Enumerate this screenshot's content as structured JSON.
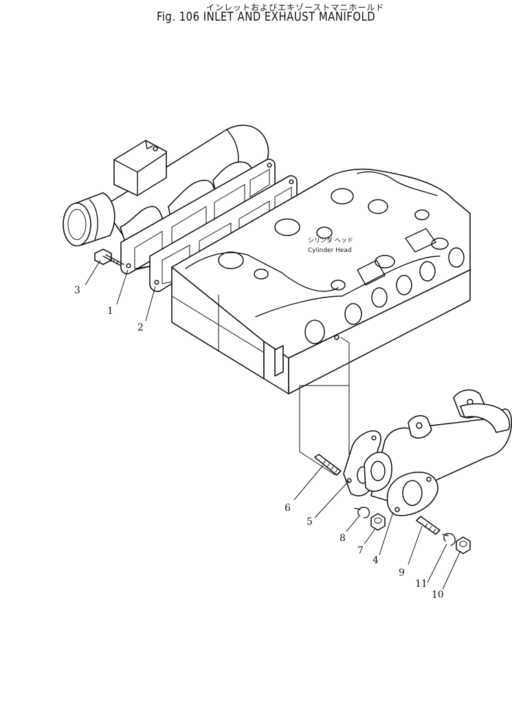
{
  "title": {
    "japanese": "インレットおよびエキゾーストマニホールド",
    "english": "Fig. 106 INLET AND EXHAUST MANIFOLD"
  },
  "cylinder_head_label": {
    "japanese": "シリンダ ヘッド",
    "english": "Cylinder Head"
  },
  "callouts": {
    "c1": "1",
    "c2": "2",
    "c3": "3",
    "c4": "4",
    "c5": "5",
    "c6": "6",
    "c7": "7",
    "c8": "8",
    "c9": "9",
    "c10": "10",
    "c11": "11"
  }
}
